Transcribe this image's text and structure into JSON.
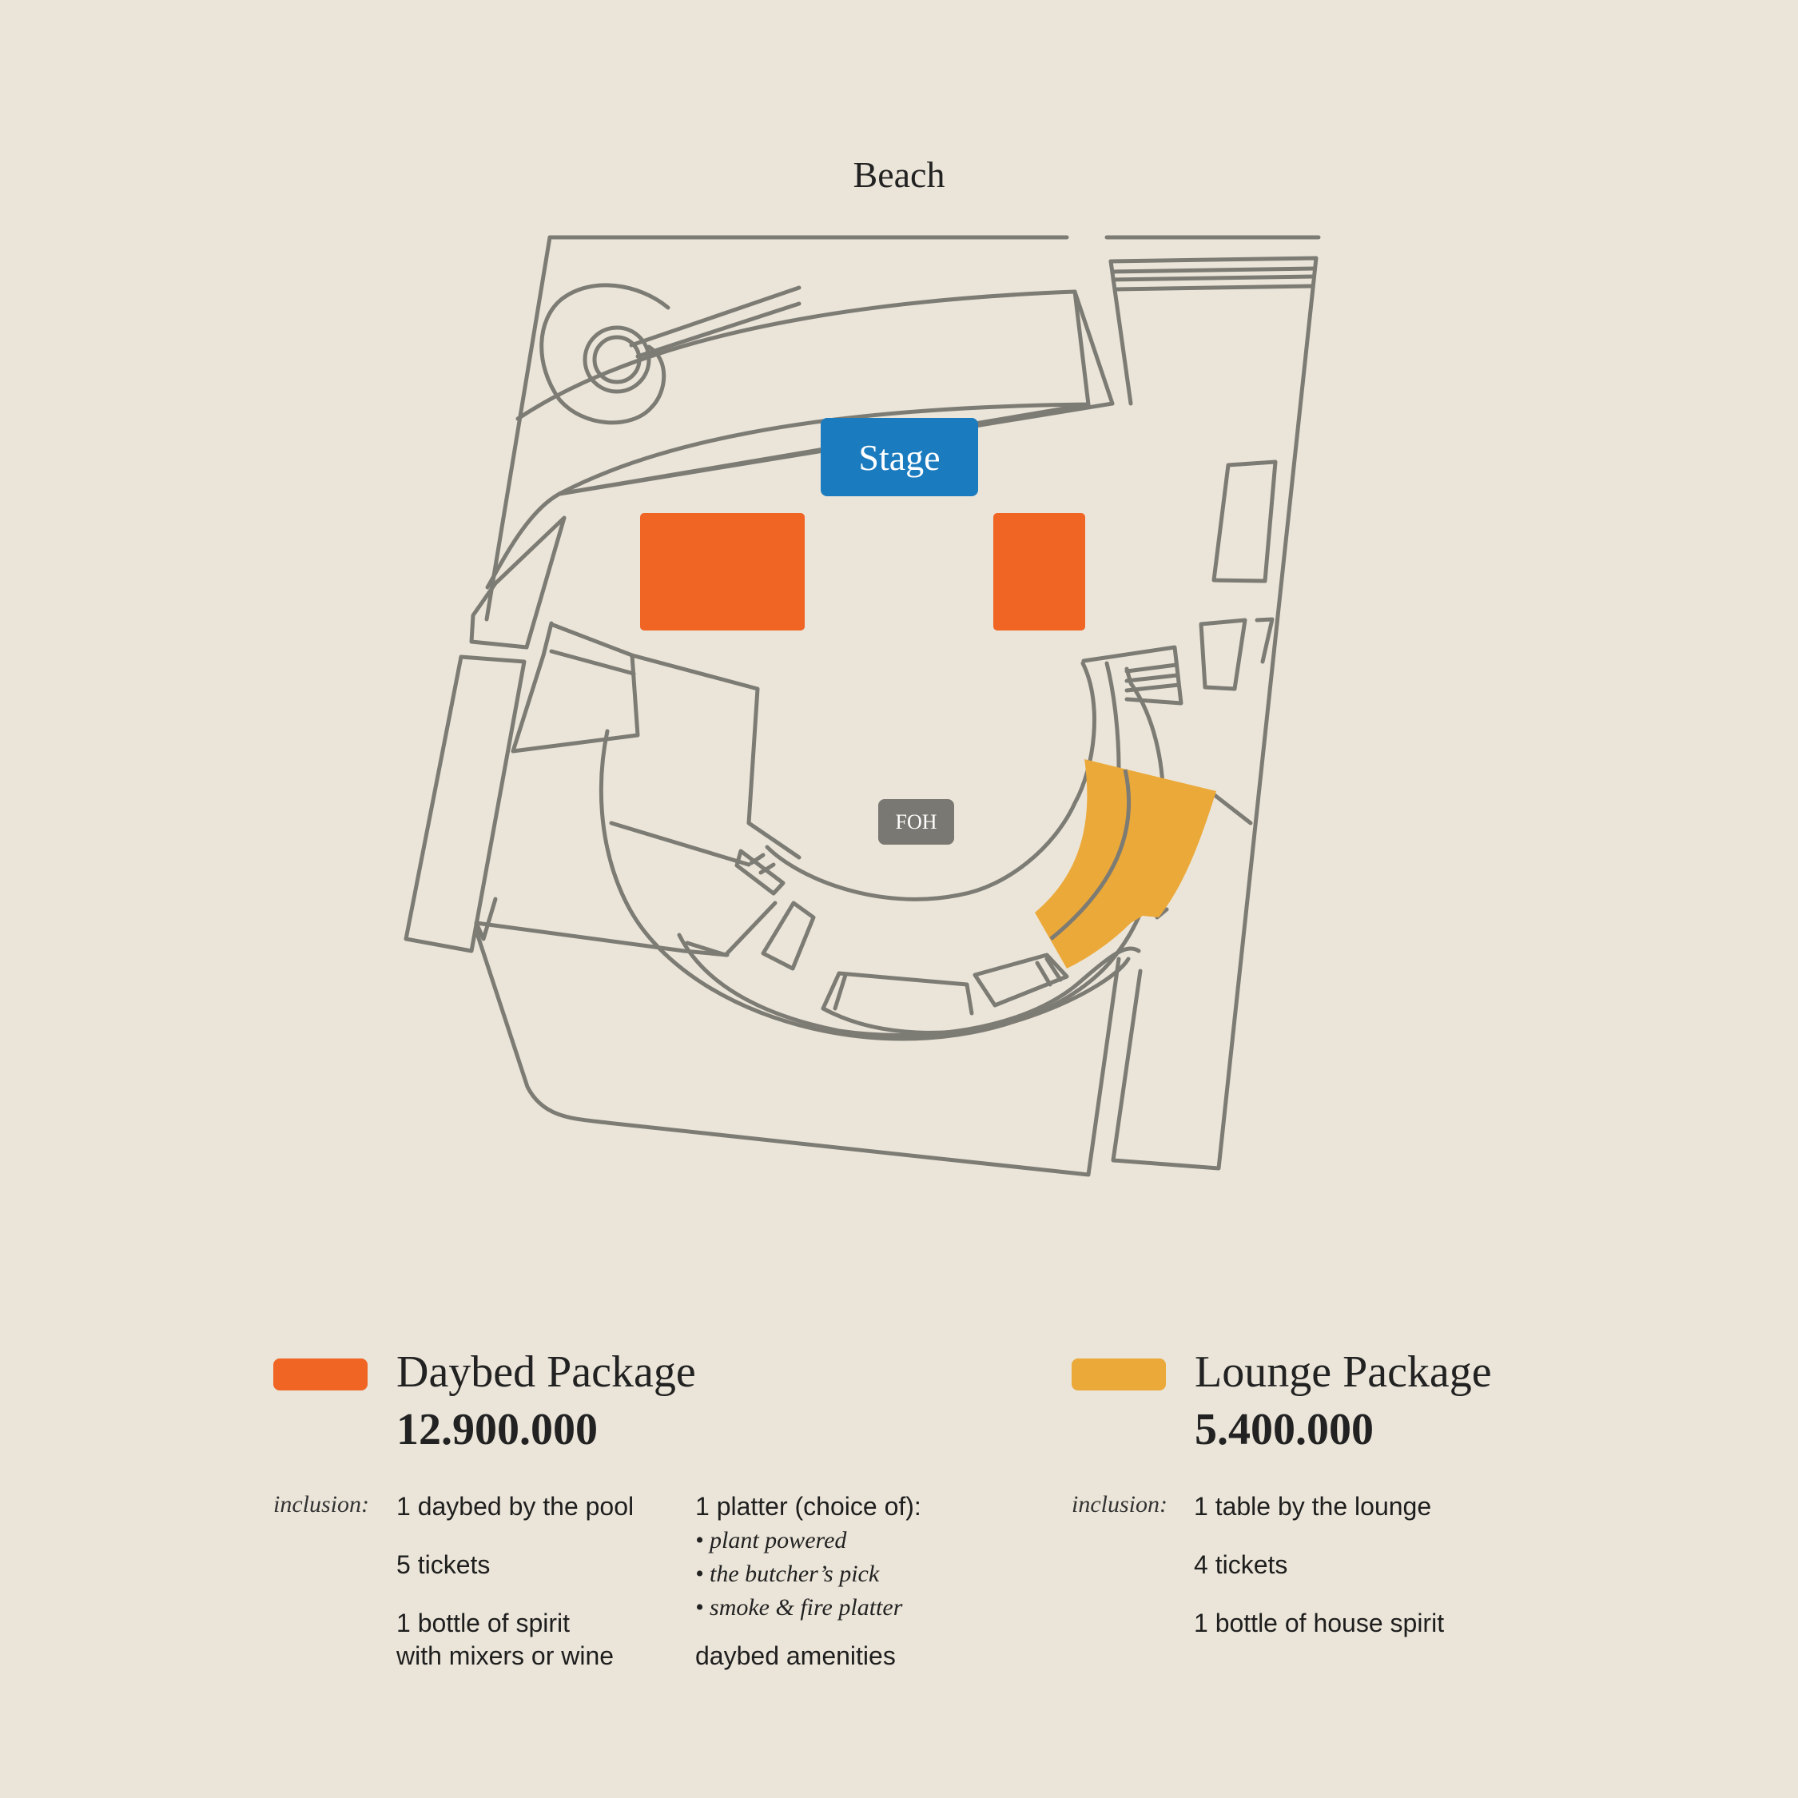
{
  "map": {
    "title": "Beach",
    "stage_label": "Stage",
    "foh_label": "FOH",
    "colors": {
      "background": "#ebe5d9",
      "outline": "#7c7b74",
      "stage": "#1b7bbf",
      "daybed": "#f06424",
      "lounge": "#eba93a",
      "foh": "#7a7872"
    }
  },
  "packages": [
    {
      "name": "Daybed Package",
      "price": "12.900.000",
      "inclusion_label": "inclusion:",
      "items": [
        "1 daybed by the pool",
        "5 tickets",
        "1 bottle of spirit",
        "with mixers or wine"
      ],
      "platter_title": "1 platter (choice of):",
      "platter_options": [
        "plant powered",
        "the butcher’s pick",
        "smoke & fire platter"
      ],
      "extra": "daybed amenities"
    },
    {
      "name": "Lounge Package",
      "price": "5.400.000",
      "inclusion_label": "inclusion:",
      "items": [
        "1 table by the lounge",
        "4 tickets",
        "1 bottle of house spirit"
      ]
    }
  ]
}
